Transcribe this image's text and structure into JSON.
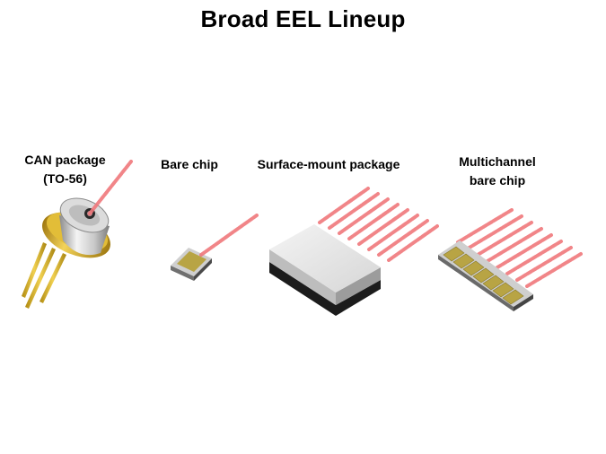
{
  "page": {
    "title": "Broad EEL Lineup"
  },
  "products": [
    {
      "name": "can-package",
      "label_line1": "CAN package",
      "label_line2": "(TO-56)"
    },
    {
      "name": "bare-chip",
      "label_line1": "Bare chip"
    },
    {
      "name": "surface-mount-package",
      "label_line1": "Surface-mount package"
    },
    {
      "name": "multichannel-bare-chip",
      "label_line1": "Multichannel",
      "label_line2": "bare chip"
    }
  ],
  "colors": {
    "laser_beam": "#f0787c",
    "gold_pin": "#d8b020",
    "chip_surface": "#b8a444",
    "package_body": "#e4e4e4",
    "package_base": "#1c1c1c"
  }
}
